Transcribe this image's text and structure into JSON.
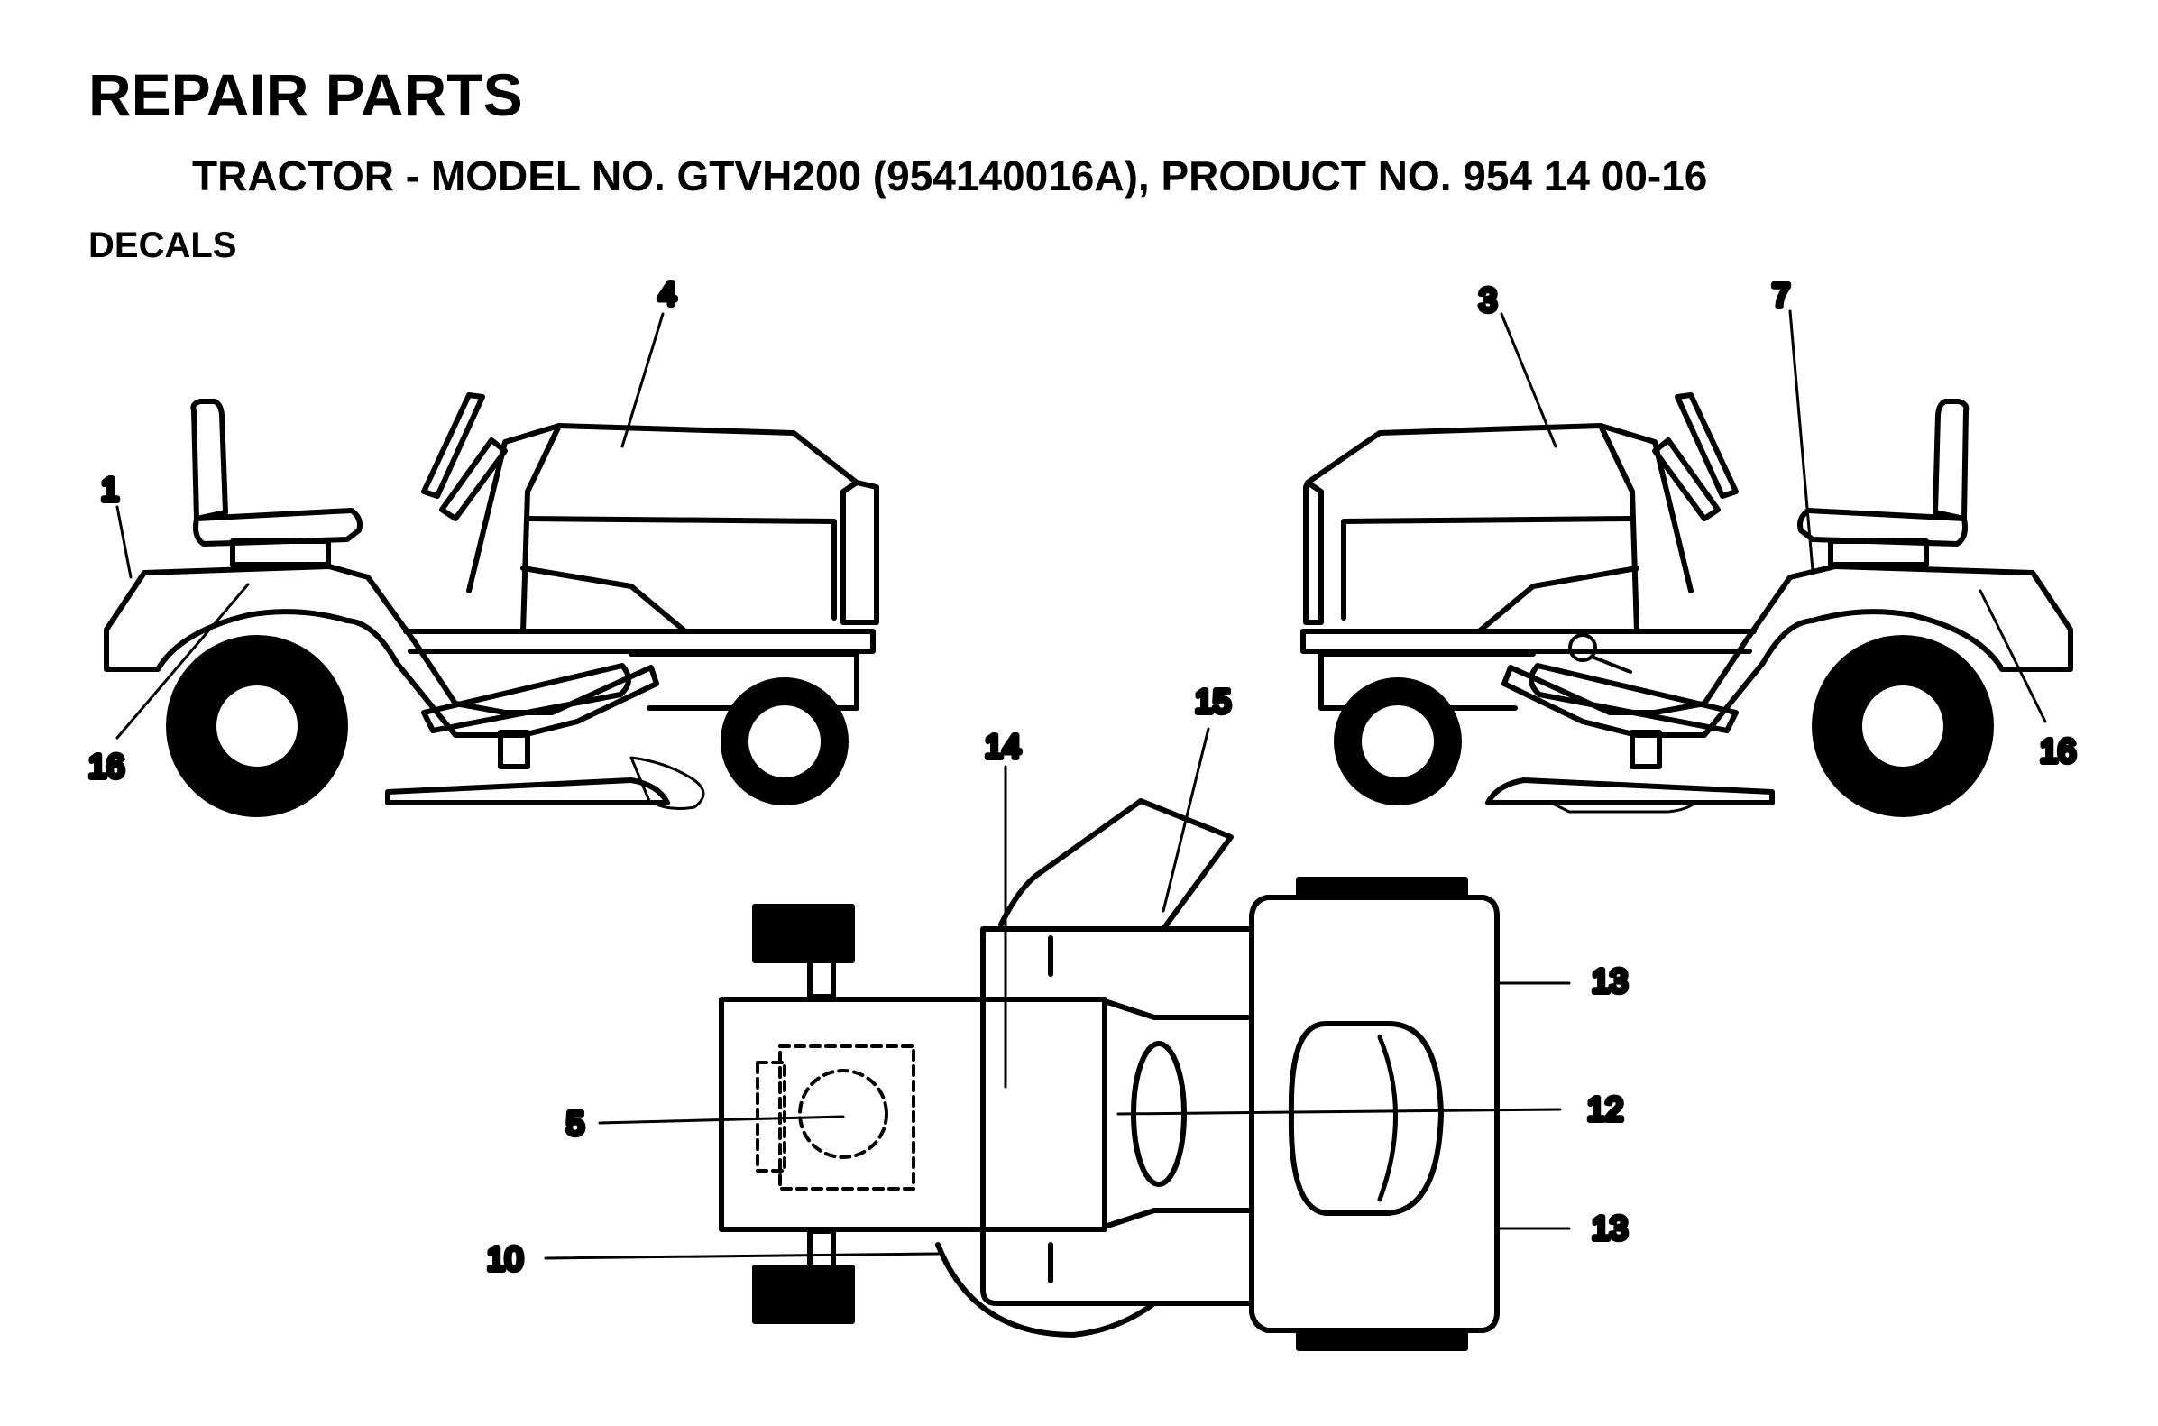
{
  "header": {
    "title": "REPAIR PARTS",
    "subtitle": "TRACTOR - MODEL NO. GTVH200 (954140016A), PRODUCT NO. 954 14 00-16",
    "section": "DECALS"
  },
  "callouts": {
    "left_view": [
      "1",
      "4",
      "16"
    ],
    "right_view": [
      "3",
      "7",
      "16"
    ],
    "top_view": [
      "14",
      "15",
      "13",
      "5",
      "12",
      "10",
      "13"
    ]
  }
}
